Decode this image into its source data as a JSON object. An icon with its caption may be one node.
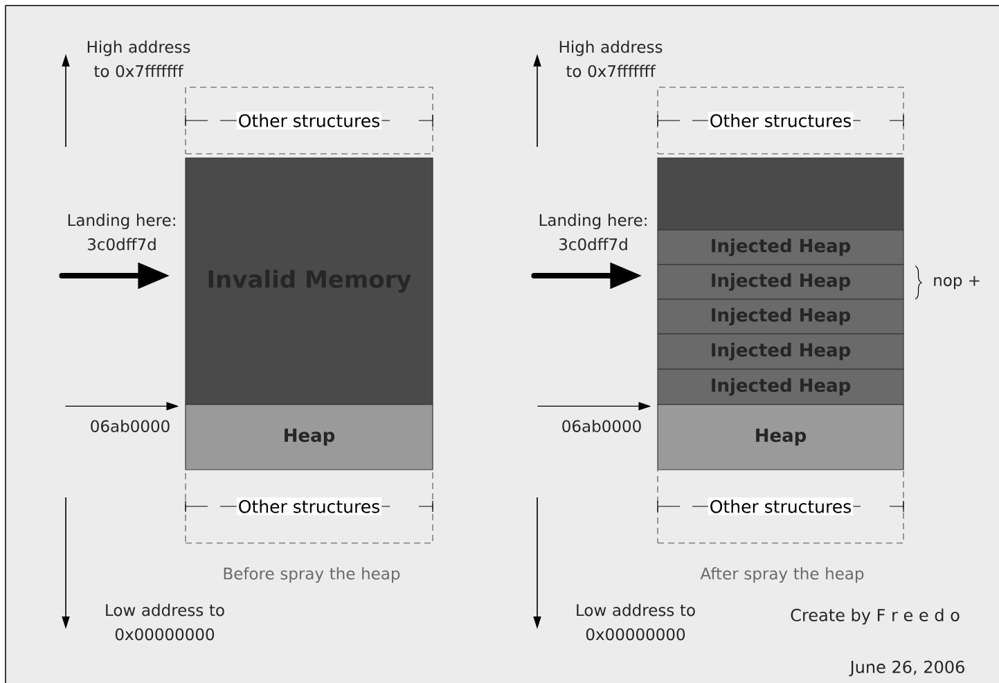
{
  "diagram": {
    "nodes": [
      {
        "text": [
          "Other structures"
        ]
      },
      {
        "text": [
          "Invalid Memory"
        ]
      },
      {
        "text": [
          "Heap"
        ]
      },
      {
        "text": [
          "Other structures"
        ]
      },
      {
        "text": [
          "Other structures"
        ]
      },
      {
        "text": [],
        "shape": "box"
      },
      {
        "text": [
          "Injected Heap"
        ]
      },
      {
        "text": [
          "Injected Heap"
        ]
      },
      {
        "text": [
          "Injected Heap"
        ]
      },
      {
        "text": [
          "Injected Heap"
        ]
      },
      {
        "text": [
          "Injected Heap"
        ]
      },
      {
        "text": [
          "Heap"
        ]
      },
      {
        "text": [
          "Other structures"
        ]
      }
    ],
    "edges": [
      {
        "from": null,
        "to": 1,
        "arrow": "to",
        "style": "thick"
      },
      {
        "from": null,
        "to": 2,
        "arrow": "to"
      },
      {
        "from": null,
        "to": 7,
        "arrow": "to",
        "style": "thick"
      },
      {
        "from": null,
        "to": 11,
        "arrow": "to"
      }
    ],
    "labels": [
      "High address to 0x7fffffff",
      "High address to 0x7fffffff",
      "Landing here: 3c0dff7d",
      "Landing here: 3c0dff7d",
      "nop +",
      "06ab0000",
      "06ab0000",
      "Before spray the heap",
      "After spray the heap",
      "Low address to 0x00000000",
      "Low address to 0x00000000",
      "Create by F r e e d o",
      "June 26, 2006"
    ]
  }
}
